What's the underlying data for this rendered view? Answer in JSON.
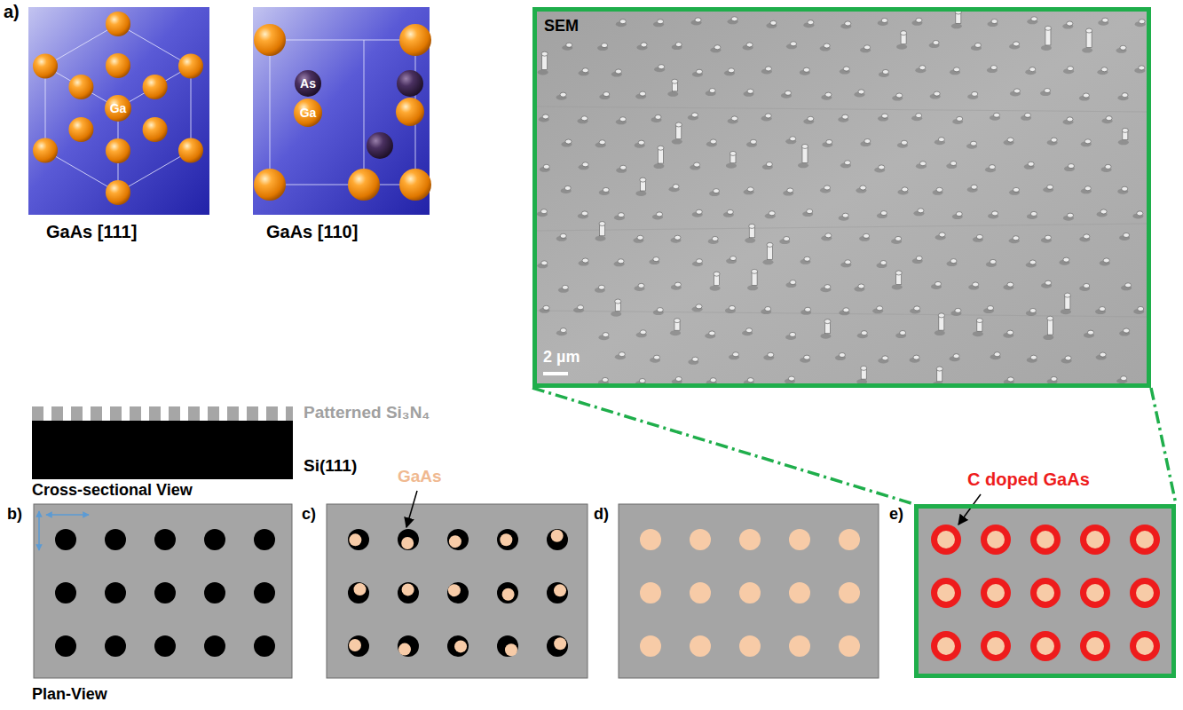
{
  "diagram": {
    "nodes": [
      {
        "text": [
          "Ga",
          "GaAs [111]"
        ]
      },
      {
        "text": [
          "As",
          "Ga",
          "GaAs [110]"
        ]
      },
      {
        "text": [
          "SEM",
          "2 µm"
        ]
      },
      {
        "text": [
          "b)"
        ]
      },
      {
        "text": [
          "c)",
          "GaAs"
        ]
      },
      {
        "text": [
          "d)"
        ]
      },
      {
        "text": [
          "e)",
          "C doped GaAs"
        ]
      }
    ],
    "edges": [
      {
        "from": 2,
        "to": 6,
        "arrow": "none"
      },
      {
        "from": 2,
        "to": 6,
        "arrow": "none"
      }
    ],
    "labels": [
      "a)",
      "Patterned Si₃N₄",
      "Si(111)",
      "Cross-sectional View",
      "Plan-View"
    ]
  }
}
